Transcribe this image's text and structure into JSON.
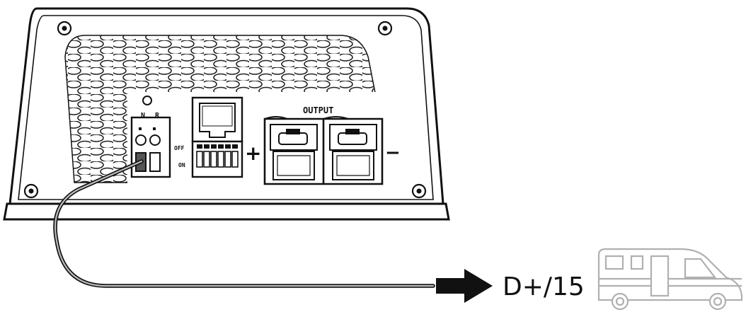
{
  "diagram": {
    "device_labels": {
      "output": "OUTPUT",
      "terminal_left": "N",
      "terminal_right": "R",
      "switch_top": "OFF",
      "switch_bottom": "ON",
      "plus_sign": "+",
      "minus_sign": "−"
    },
    "connection_label": "D+/15",
    "icons": [
      "screw-icon",
      "hex-vent-grille",
      "rj45-port-icon",
      "dip-switch-icon",
      "terminal-block-icon",
      "arrow-right-icon",
      "camper-van-icon"
    ]
  }
}
